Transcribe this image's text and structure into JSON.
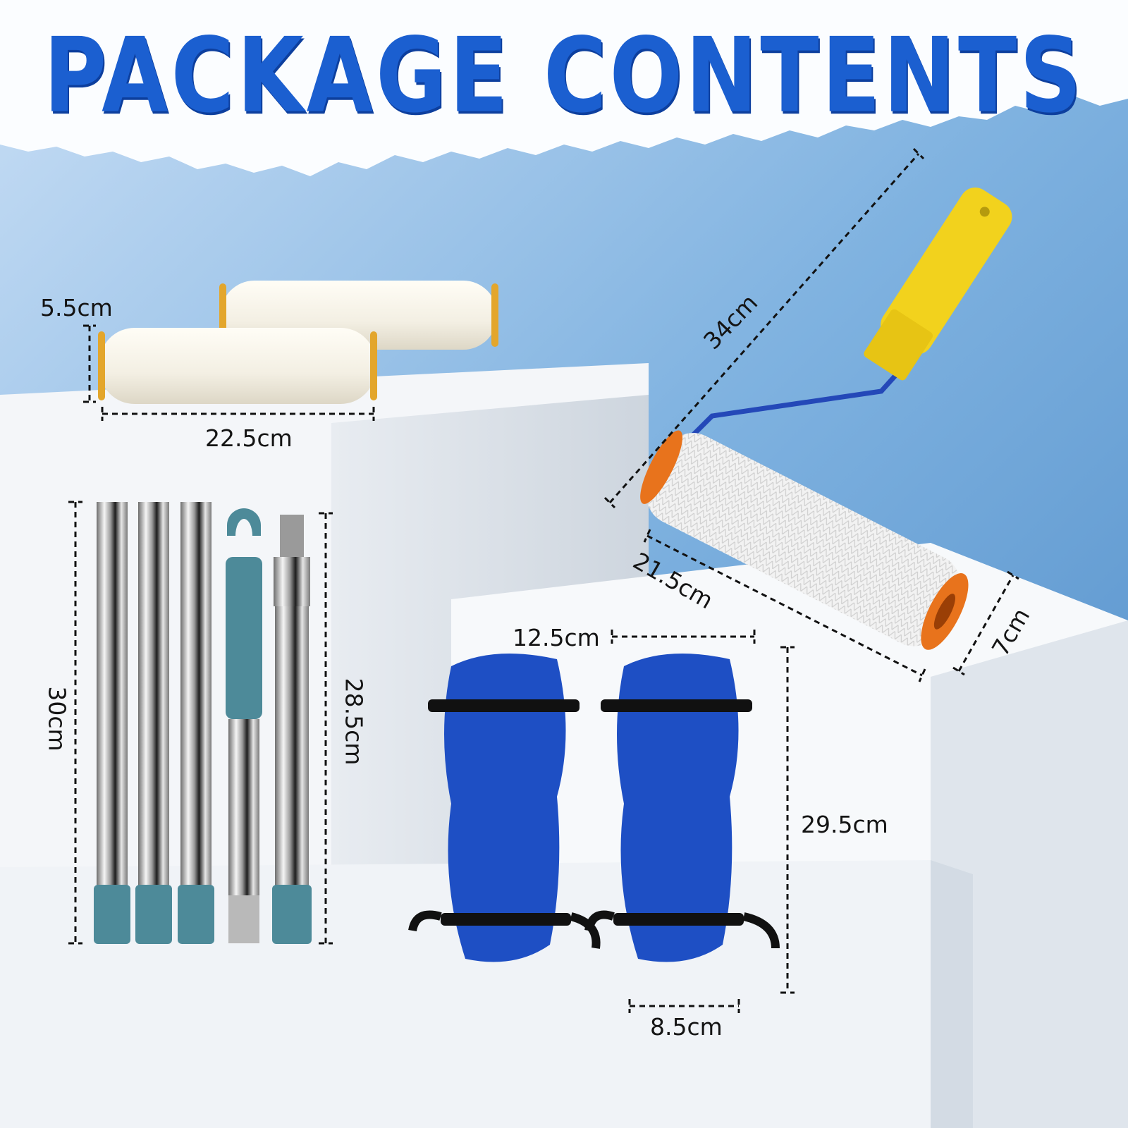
{
  "title": "PACKAGE CONTENTS",
  "dimensions": {
    "spare_roller_diameter": "5.5cm",
    "spare_roller_length": "22.5cm",
    "spiked_roller_total_length": "34cm",
    "spiked_roller_width": "21.5cm",
    "spiked_roller_diameter": "7cm",
    "rod_length": "30cm",
    "rod_handle_length": "28.5cm",
    "shoe_width": "12.5cm",
    "shoe_length": "29.5cm",
    "shoe_heel_width": "8.5cm"
  },
  "colors": {
    "title": "#1b5fd0",
    "sky": "#7fb2e0",
    "pedestal": "#f4f6f9",
    "shoe": "#1e4fc4",
    "handle": "#f2d21d",
    "rod_cap": "#4d8a99",
    "roller_core": "#e8731c"
  }
}
